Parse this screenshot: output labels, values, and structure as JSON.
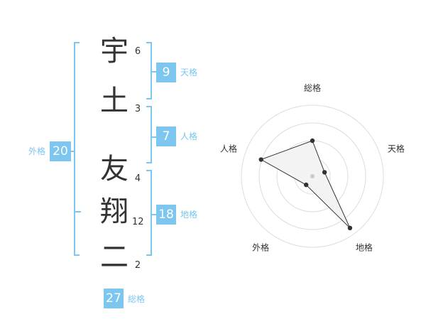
{
  "name_chars": [
    {
      "char": "宇",
      "strokes": "6"
    },
    {
      "char": "土",
      "strokes": "3"
    },
    {
      "char": "友",
      "strokes": "4"
    },
    {
      "char": "翔",
      "strokes": "12"
    },
    {
      "char": "二",
      "strokes": "2"
    }
  ],
  "kaku": {
    "tenkaku": {
      "value": "9",
      "label": "天格"
    },
    "jinkaku": {
      "value": "7",
      "label": "人格"
    },
    "chikaku": {
      "value": "18",
      "label": "地格"
    },
    "gaikaku": {
      "value": "20",
      "label": "外格"
    },
    "soukaku": {
      "value": "27",
      "label": "総格"
    }
  },
  "radar": {
    "labels": [
      "総格",
      "天格",
      "地格",
      "外格",
      "人格"
    ],
    "levels": 4,
    "values": [
      0.5,
      0.18,
      0.9,
      0.15,
      0.76
    ],
    "colors": {
      "grid": "#dddddd",
      "fill": "#f2f2f2",
      "line": "#333333",
      "point": "#333333",
      "center": "#cccccc"
    }
  }
}
